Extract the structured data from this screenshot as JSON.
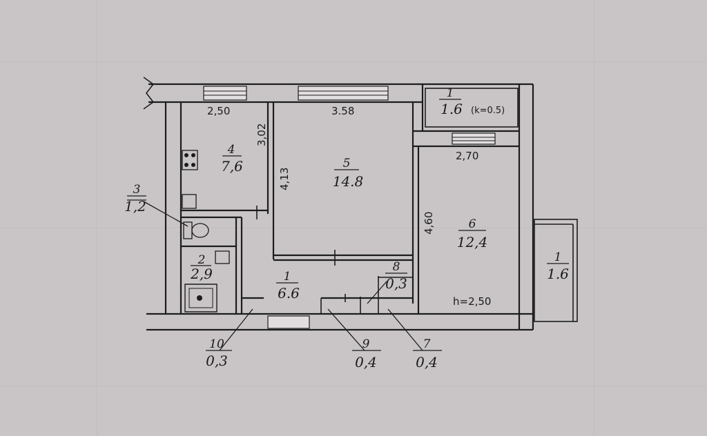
{
  "rooms": [
    {
      "id": "r4",
      "number": "4",
      "area": "7,6"
    },
    {
      "id": "r5",
      "number": "5",
      "area": "14.8"
    },
    {
      "id": "r6",
      "number": "6",
      "area": "12,4"
    },
    {
      "id": "r3",
      "number": "3",
      "area": "1,2"
    },
    {
      "id": "r2",
      "number": "2",
      "area": "2,9"
    },
    {
      "id": "r1",
      "number": "1",
      "area": "6.6"
    },
    {
      "id": "r8",
      "number": "8",
      "area": "0,3"
    },
    {
      "id": "r10",
      "number": "10",
      "area": "0,3"
    },
    {
      "id": "r9",
      "number": "9",
      "area": "0,4"
    },
    {
      "id": "r7",
      "number": "7",
      "area": "0,4"
    },
    {
      "id": "balcony_top",
      "number": "1",
      "area": "1.6",
      "note": "(k=0.5)"
    },
    {
      "id": "balcony_right",
      "number": "1",
      "area": "1.6"
    }
  ],
  "dimensions": {
    "d_250": "2,50",
    "d_358": "3.58",
    "d_302": "3,02",
    "d_413": "4,13",
    "d_270": "2,70",
    "d_460": "4,60"
  },
  "ceiling_height": "h=2,50"
}
